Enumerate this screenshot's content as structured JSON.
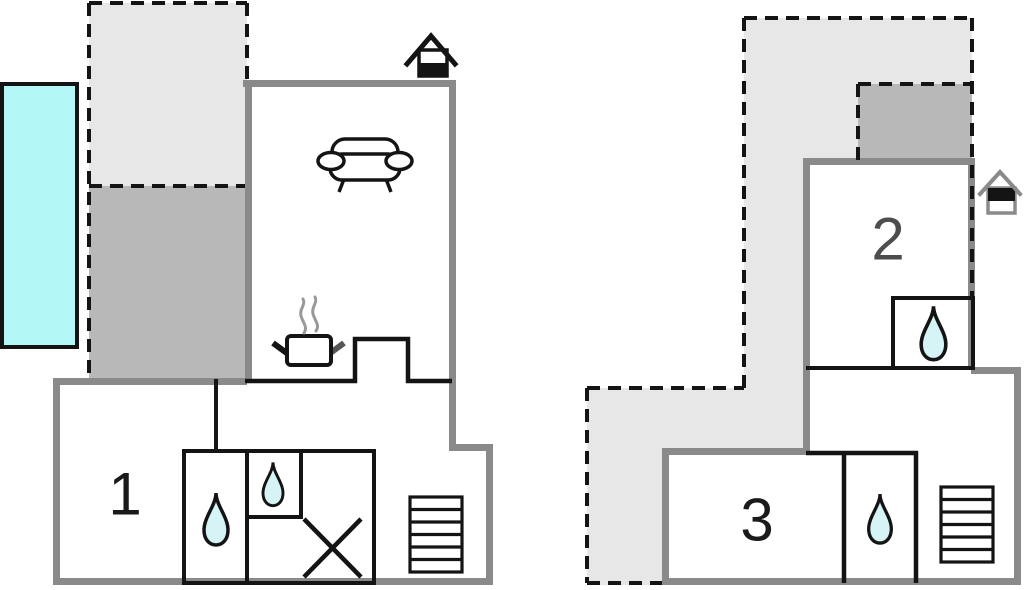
{
  "document": {
    "type": "holiday-home floor plan",
    "background": "#ffffff"
  },
  "colors": {
    "pool": "#b3f7f7",
    "drop": "#d6f4f6",
    "terrace-light": "#e7e7e7",
    "terrace-dark": "#b8b8b8",
    "wall": "#8a8a8a",
    "ink": "#141414",
    "steam": "#999999",
    "label": "#1a1a1a",
    "label-muted": "#4d4d4d"
  },
  "rooms": [
    {
      "label": "1"
    },
    {
      "label": "2"
    },
    {
      "label": "3"
    }
  ],
  "icons": [
    "pool",
    "sofa-icon",
    "stove-pot-icon",
    "steam-icon",
    "water-drop-icon",
    "shower-x-icon",
    "stairs-icon",
    "entrance-house-icon",
    "terrace-dashed-area"
  ]
}
